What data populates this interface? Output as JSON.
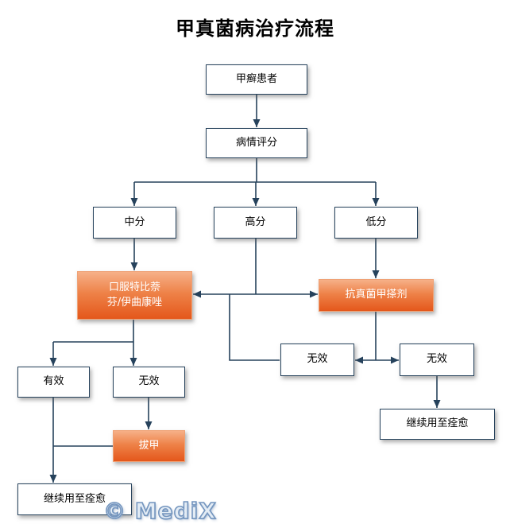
{
  "title": "甲真菌病治疗流程",
  "watermark": "© MediX",
  "colors": {
    "line": "#26425c",
    "box_border": "#26425c",
    "orange_top": "#f6b088",
    "orange_bottom": "#e4571b",
    "orange_text": "#ffffff",
    "watermark_outline": "#7596bf"
  },
  "nodes": {
    "patient": {
      "label": "甲癣患者"
    },
    "score": {
      "label": "病情评分"
    },
    "mid": {
      "label": "中分"
    },
    "high": {
      "label": "高分"
    },
    "low": {
      "label": "低分"
    },
    "oral": {
      "label": "口服特比萘\n芬/伊曲康唑"
    },
    "lacquer": {
      "label": "抗真菌甲搽剂"
    },
    "mid_ineffective": {
      "label": "无效"
    },
    "right_ineffective": {
      "label": "无效"
    },
    "right_cure": {
      "label": "继续用至痊愈"
    },
    "effective": {
      "label": "有效"
    },
    "left_ineffective": {
      "label": "无效"
    },
    "nail_avulsion": {
      "label": "拔甲"
    },
    "left_cure": {
      "label": "继续用至痊愈"
    }
  },
  "edges": [
    {
      "from": "patient",
      "to": "score"
    },
    {
      "from": "score",
      "to": "mid"
    },
    {
      "from": "score",
      "to": "high"
    },
    {
      "from": "score",
      "to": "low"
    },
    {
      "from": "mid",
      "to": "oral"
    },
    {
      "from": "high",
      "to": "oral"
    },
    {
      "from": "high",
      "to": "lacquer"
    },
    {
      "from": "low",
      "to": "lacquer"
    },
    {
      "from": "oral",
      "to": "effective"
    },
    {
      "from": "oral",
      "to": "left_ineffective"
    },
    {
      "from": "lacquer",
      "to": "mid_ineffective"
    },
    {
      "from": "lacquer",
      "to": "right_ineffective"
    },
    {
      "from": "mid_ineffective",
      "to": "oral"
    },
    {
      "from": "right_ineffective",
      "to": "right_cure"
    },
    {
      "from": "effective",
      "to": "left_cure"
    },
    {
      "from": "left_ineffective",
      "to": "nail_avulsion"
    },
    {
      "from": "nail_avulsion",
      "to": "left_cure"
    }
  ]
}
